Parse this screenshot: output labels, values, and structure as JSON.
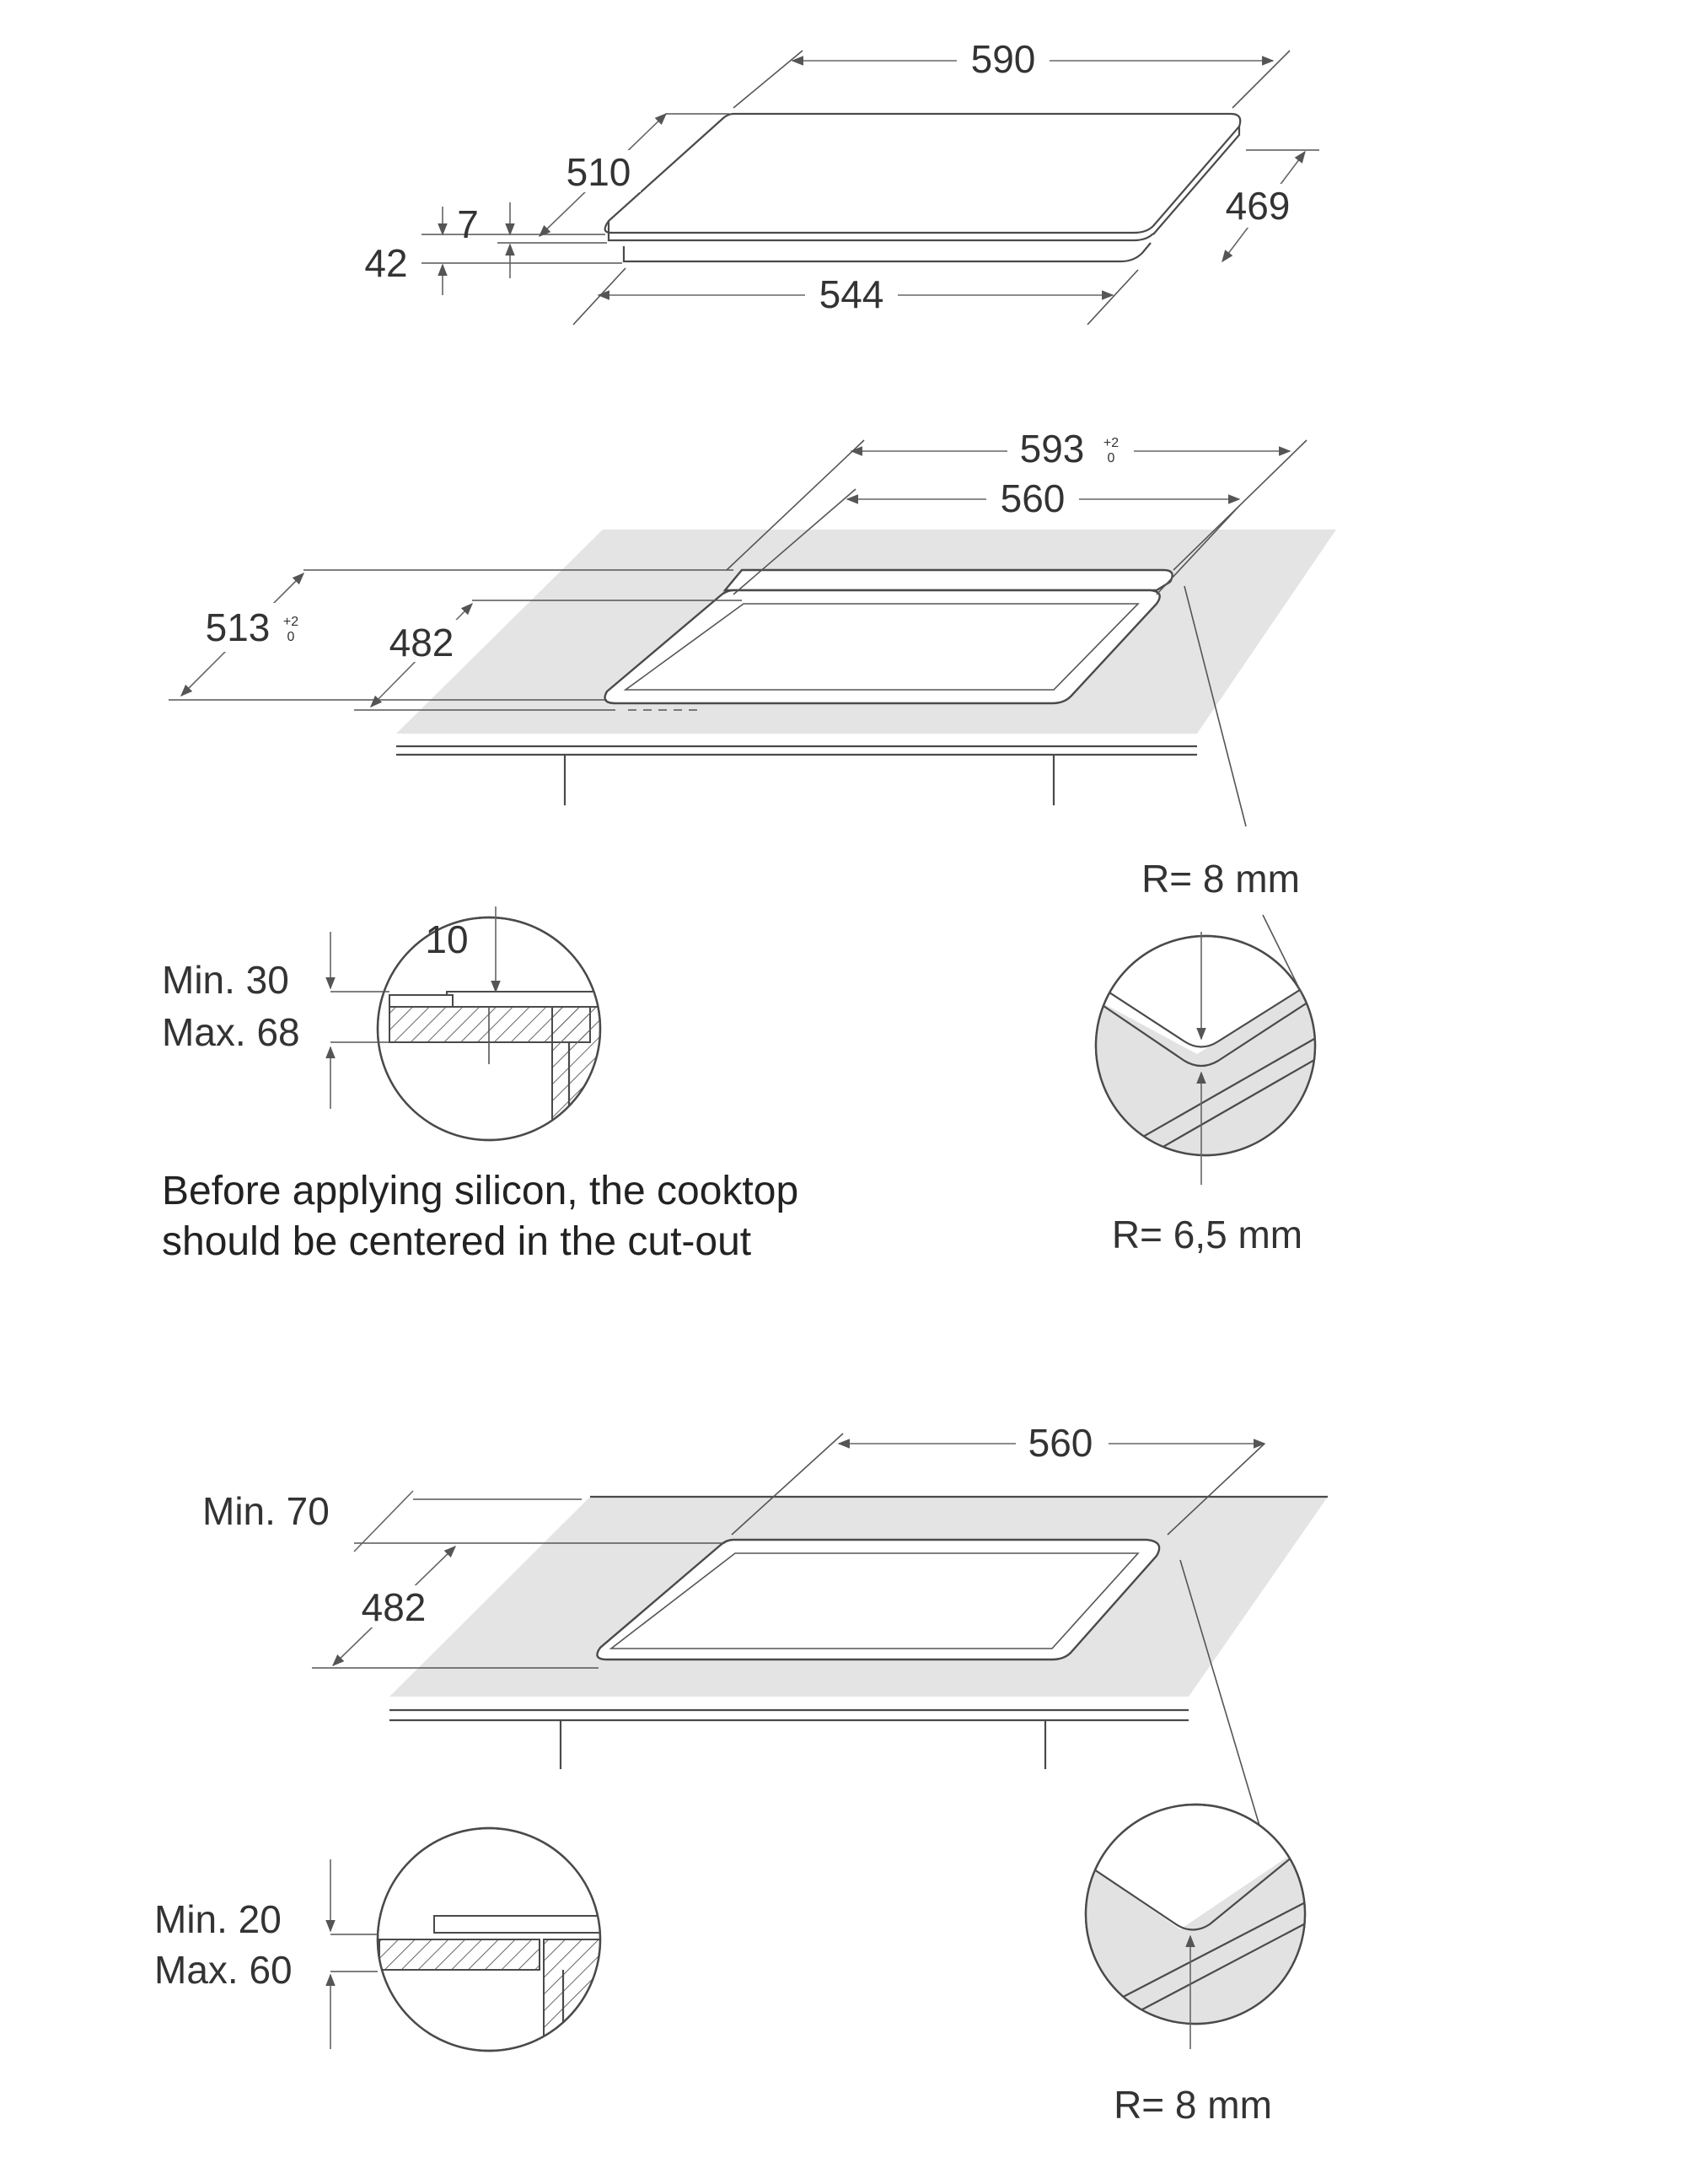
{
  "top_view": {
    "width_top": "590",
    "depth_top": "510",
    "depth_right": "469",
    "width_bottom": "544",
    "height_total": "42",
    "height_glass": "7"
  },
  "cutout_flush": {
    "width_outer": "593",
    "width_outer_tol_top": "+2",
    "width_outer_tol_bottom": "0",
    "width_inner": "560",
    "depth_outer": "513",
    "depth_outer_tol_top": "+2",
    "depth_outer_tol_bottom": "0",
    "depth_inner": "482",
    "radius_outer": "R= 8 mm",
    "radius_inner": "R= 6,5 mm",
    "detail_min": "Min. 30",
    "detail_max": "Max. 68",
    "detail_offset": "10",
    "note_line1": "Before applying silicon, the cooktop",
    "note_line2": "should be centered in the cut-out"
  },
  "cutout_standard": {
    "width": "560",
    "front_margin": "Min. 70",
    "depth": "482",
    "detail_min": "Min. 20",
    "detail_max": "Max. 60",
    "radius": "R= 8 mm"
  }
}
